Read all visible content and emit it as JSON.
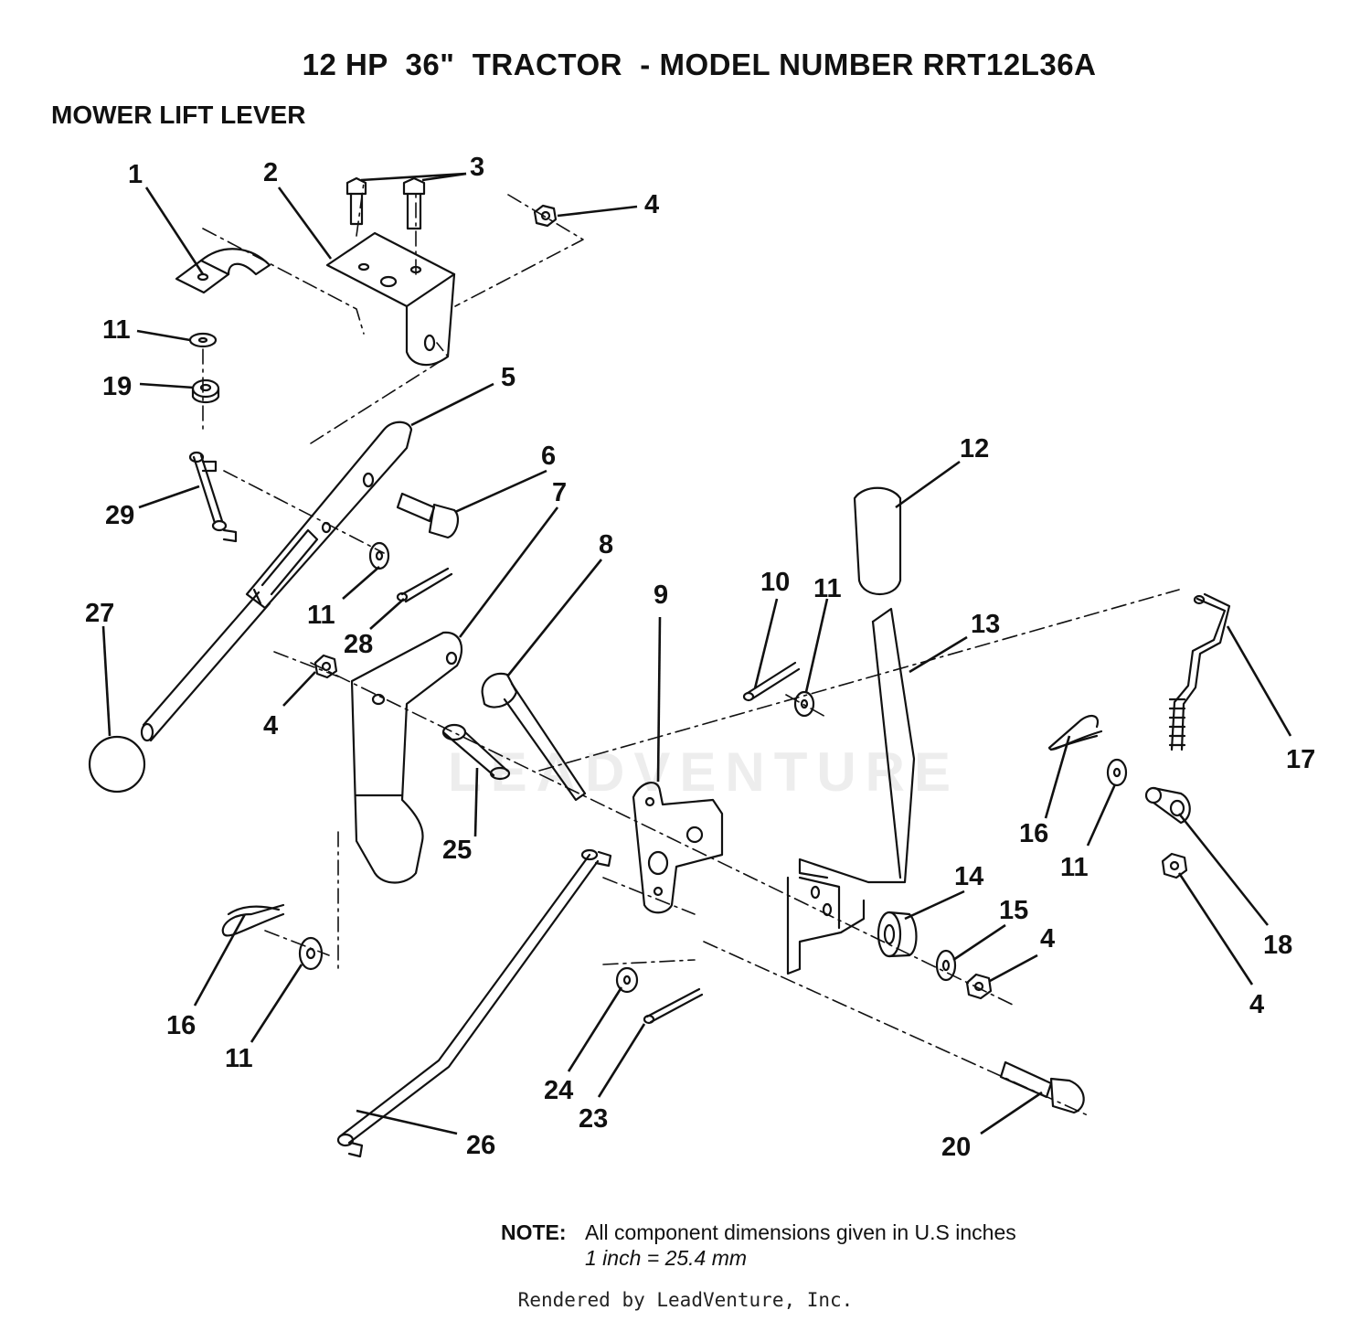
{
  "title": "12 HP  36\"  TRACTOR  - MODEL NUMBER RRT12L36A",
  "subtitle": "MOWER LIFT LEVER",
  "watermark": "LEADVENTURE",
  "callouts": [
    {
      "id": "c1",
      "label": "1"
    },
    {
      "id": "c2",
      "label": "2"
    },
    {
      "id": "c3",
      "label": "3"
    },
    {
      "id": "c4a",
      "label": "4"
    },
    {
      "id": "c11a",
      "label": "11"
    },
    {
      "id": "c19",
      "label": "19"
    },
    {
      "id": "c5",
      "label": "5"
    },
    {
      "id": "c6",
      "label": "6"
    },
    {
      "id": "c7",
      "label": "7"
    },
    {
      "id": "c29",
      "label": "29"
    },
    {
      "id": "c27",
      "label": "27"
    },
    {
      "id": "c11b",
      "label": "11"
    },
    {
      "id": "c28",
      "label": "28"
    },
    {
      "id": "c4b",
      "label": "4"
    },
    {
      "id": "c8",
      "label": "8"
    },
    {
      "id": "c9",
      "label": "9"
    },
    {
      "id": "c10",
      "label": "10"
    },
    {
      "id": "c11c",
      "label": "11"
    },
    {
      "id": "c12",
      "label": "12"
    },
    {
      "id": "c13",
      "label": "13"
    },
    {
      "id": "c17",
      "label": "17"
    },
    {
      "id": "c16a",
      "label": "16"
    },
    {
      "id": "c11d",
      "label": "11"
    },
    {
      "id": "c25",
      "label": "25"
    },
    {
      "id": "c14",
      "label": "14"
    },
    {
      "id": "c15",
      "label": "15"
    },
    {
      "id": "c4c",
      "label": "4"
    },
    {
      "id": "c18",
      "label": "18"
    },
    {
      "id": "c4d",
      "label": "4"
    },
    {
      "id": "c16b",
      "label": "16"
    },
    {
      "id": "c11e",
      "label": "11"
    },
    {
      "id": "c24",
      "label": "24"
    },
    {
      "id": "c23",
      "label": "23"
    },
    {
      "id": "c26",
      "label": "26"
    },
    {
      "id": "c20",
      "label": "20"
    }
  ],
  "note": {
    "label": "NOTE:",
    "line1": "All component dimensions given in U.S  inches",
    "line2": "1 inch = 25.4 mm"
  },
  "footer": "Rendered by LeadVenture, Inc."
}
